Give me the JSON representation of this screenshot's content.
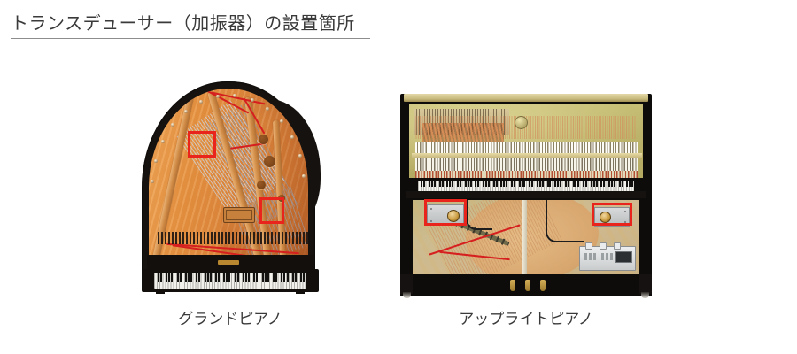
{
  "page": {
    "background_color": "#ffffff",
    "text_color": "#3a3a3a",
    "accent_color": "#e8241c"
  },
  "heading": {
    "text": "トランスデューサー（加振器）の設置箇所",
    "underline": true
  },
  "figures": [
    {
      "id": "grand-piano",
      "caption": "グランドピアノ",
      "view": "top-down cutaway of a grand piano showing the soundboard, strings, frame struts and keyboard",
      "body_color": "#16120f",
      "soundboard_color": "#e5903f",
      "highlight_color": "#e8241c",
      "highlight_count": 2,
      "highlights": [
        {
          "label": "transducer-location-1",
          "position": "upper treble soundboard area"
        },
        {
          "label": "transducer-location-2",
          "position": "lower bass bridge area"
        }
      ]
    },
    {
      "id": "upright-piano",
      "caption": "アップライトピアノ",
      "view": "front cutaway of an upright piano showing action, keyboard, soundboard, transducers and control unit",
      "body_color": "#0e0c0b",
      "plate_color": "#c4bb72",
      "soundboard_color": "#d8a46b",
      "highlight_color": "#e8241c",
      "highlight_count": 2,
      "highlights": [
        {
          "label": "transducer-location-left",
          "position": "lower left of soundboard"
        },
        {
          "label": "transducer-location-right",
          "position": "lower right of soundboard"
        }
      ],
      "components": {
        "control_unit": "amplifier / control box",
        "pedals": 3,
        "casters": 2
      }
    }
  ]
}
